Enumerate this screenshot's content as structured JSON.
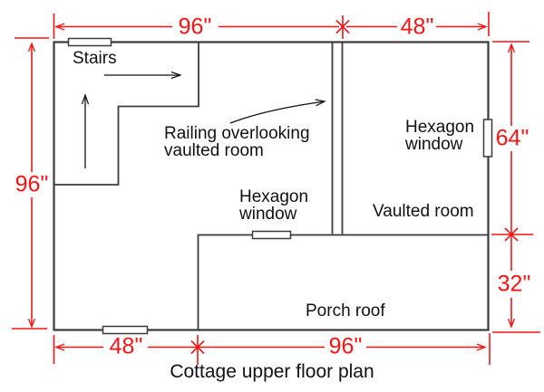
{
  "title": "Cottage upper floor plan",
  "labels": {
    "stairs": "Stairs",
    "railing": {
      "line1": "Railing overlooking",
      "line2": "vaulted room"
    },
    "hexagon_window_right": {
      "line1": "Hexagon",
      "line2": "window"
    },
    "hexagon_window_porch": {
      "line1": "Hexagon",
      "line2": "window"
    },
    "vaulted_room": "Vaulted room",
    "porch_roof": "Porch roof"
  },
  "dimensions": {
    "top_left_span": "96\"",
    "top_right_span": "48\"",
    "left_height": "96\"",
    "right_upper_height": "64\"",
    "right_lower_height": "32\"",
    "bottom_left_span": "48\"",
    "bottom_right_span": "96\""
  },
  "colors": {
    "wall": "#3a3a3a",
    "dimension": "#f81414",
    "text": "#111111",
    "background": "#ffffff"
  }
}
